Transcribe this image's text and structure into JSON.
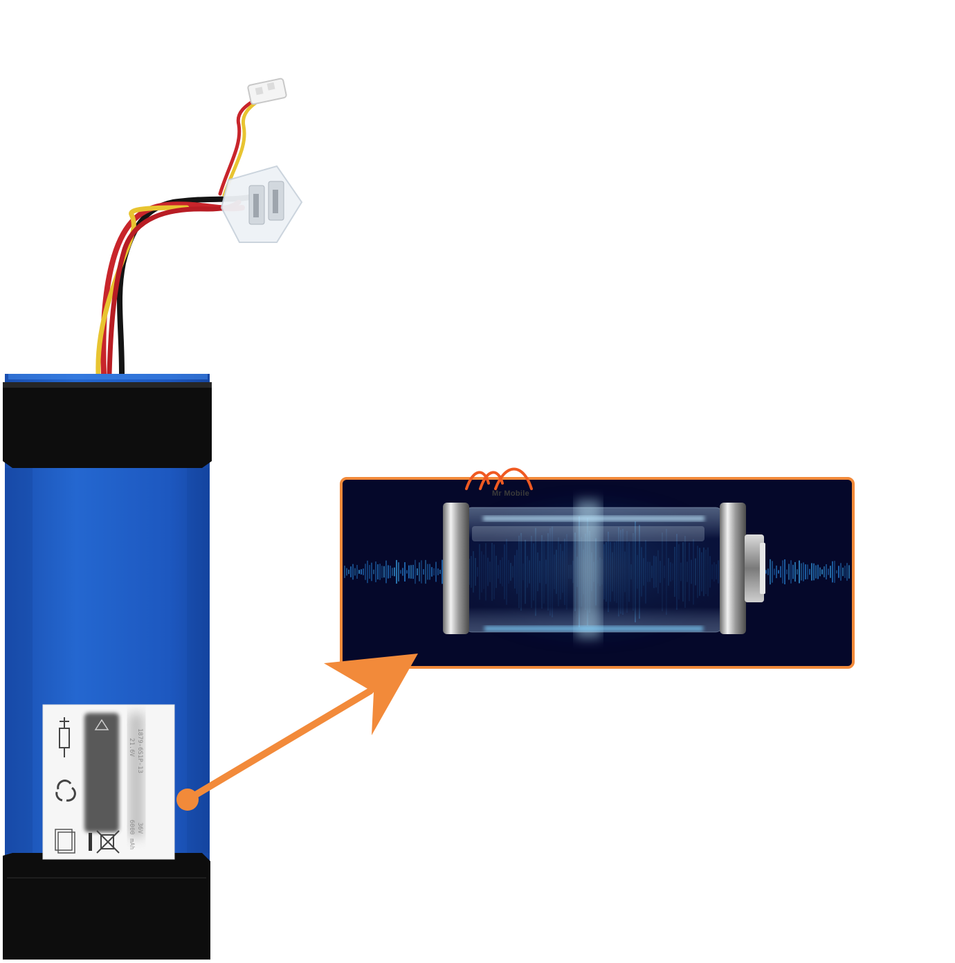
{
  "image": {
    "brand_text": "Mr Mobile",
    "label": {
      "model_line": "1879-6S1P-13",
      "voltage_line_1": "21.6V",
      "voltage_line_2": "36V",
      "capacity_line": "6000 mAh"
    }
  },
  "colors": {
    "battery_blue": "#1f5fc4",
    "end_cap": "#0c0c0c",
    "accent_orange": "#f28a3a",
    "panel_bg": "#05082a",
    "glow": "#3fb6ff"
  },
  "icons": {
    "charger_symbol": "charger-icon",
    "recycle_symbol": "recycle-icon",
    "manual_symbol": "manual-icon",
    "crossed_bin_symbol": "crossed-bin-icon",
    "warning_symbol": "warning-icon"
  }
}
